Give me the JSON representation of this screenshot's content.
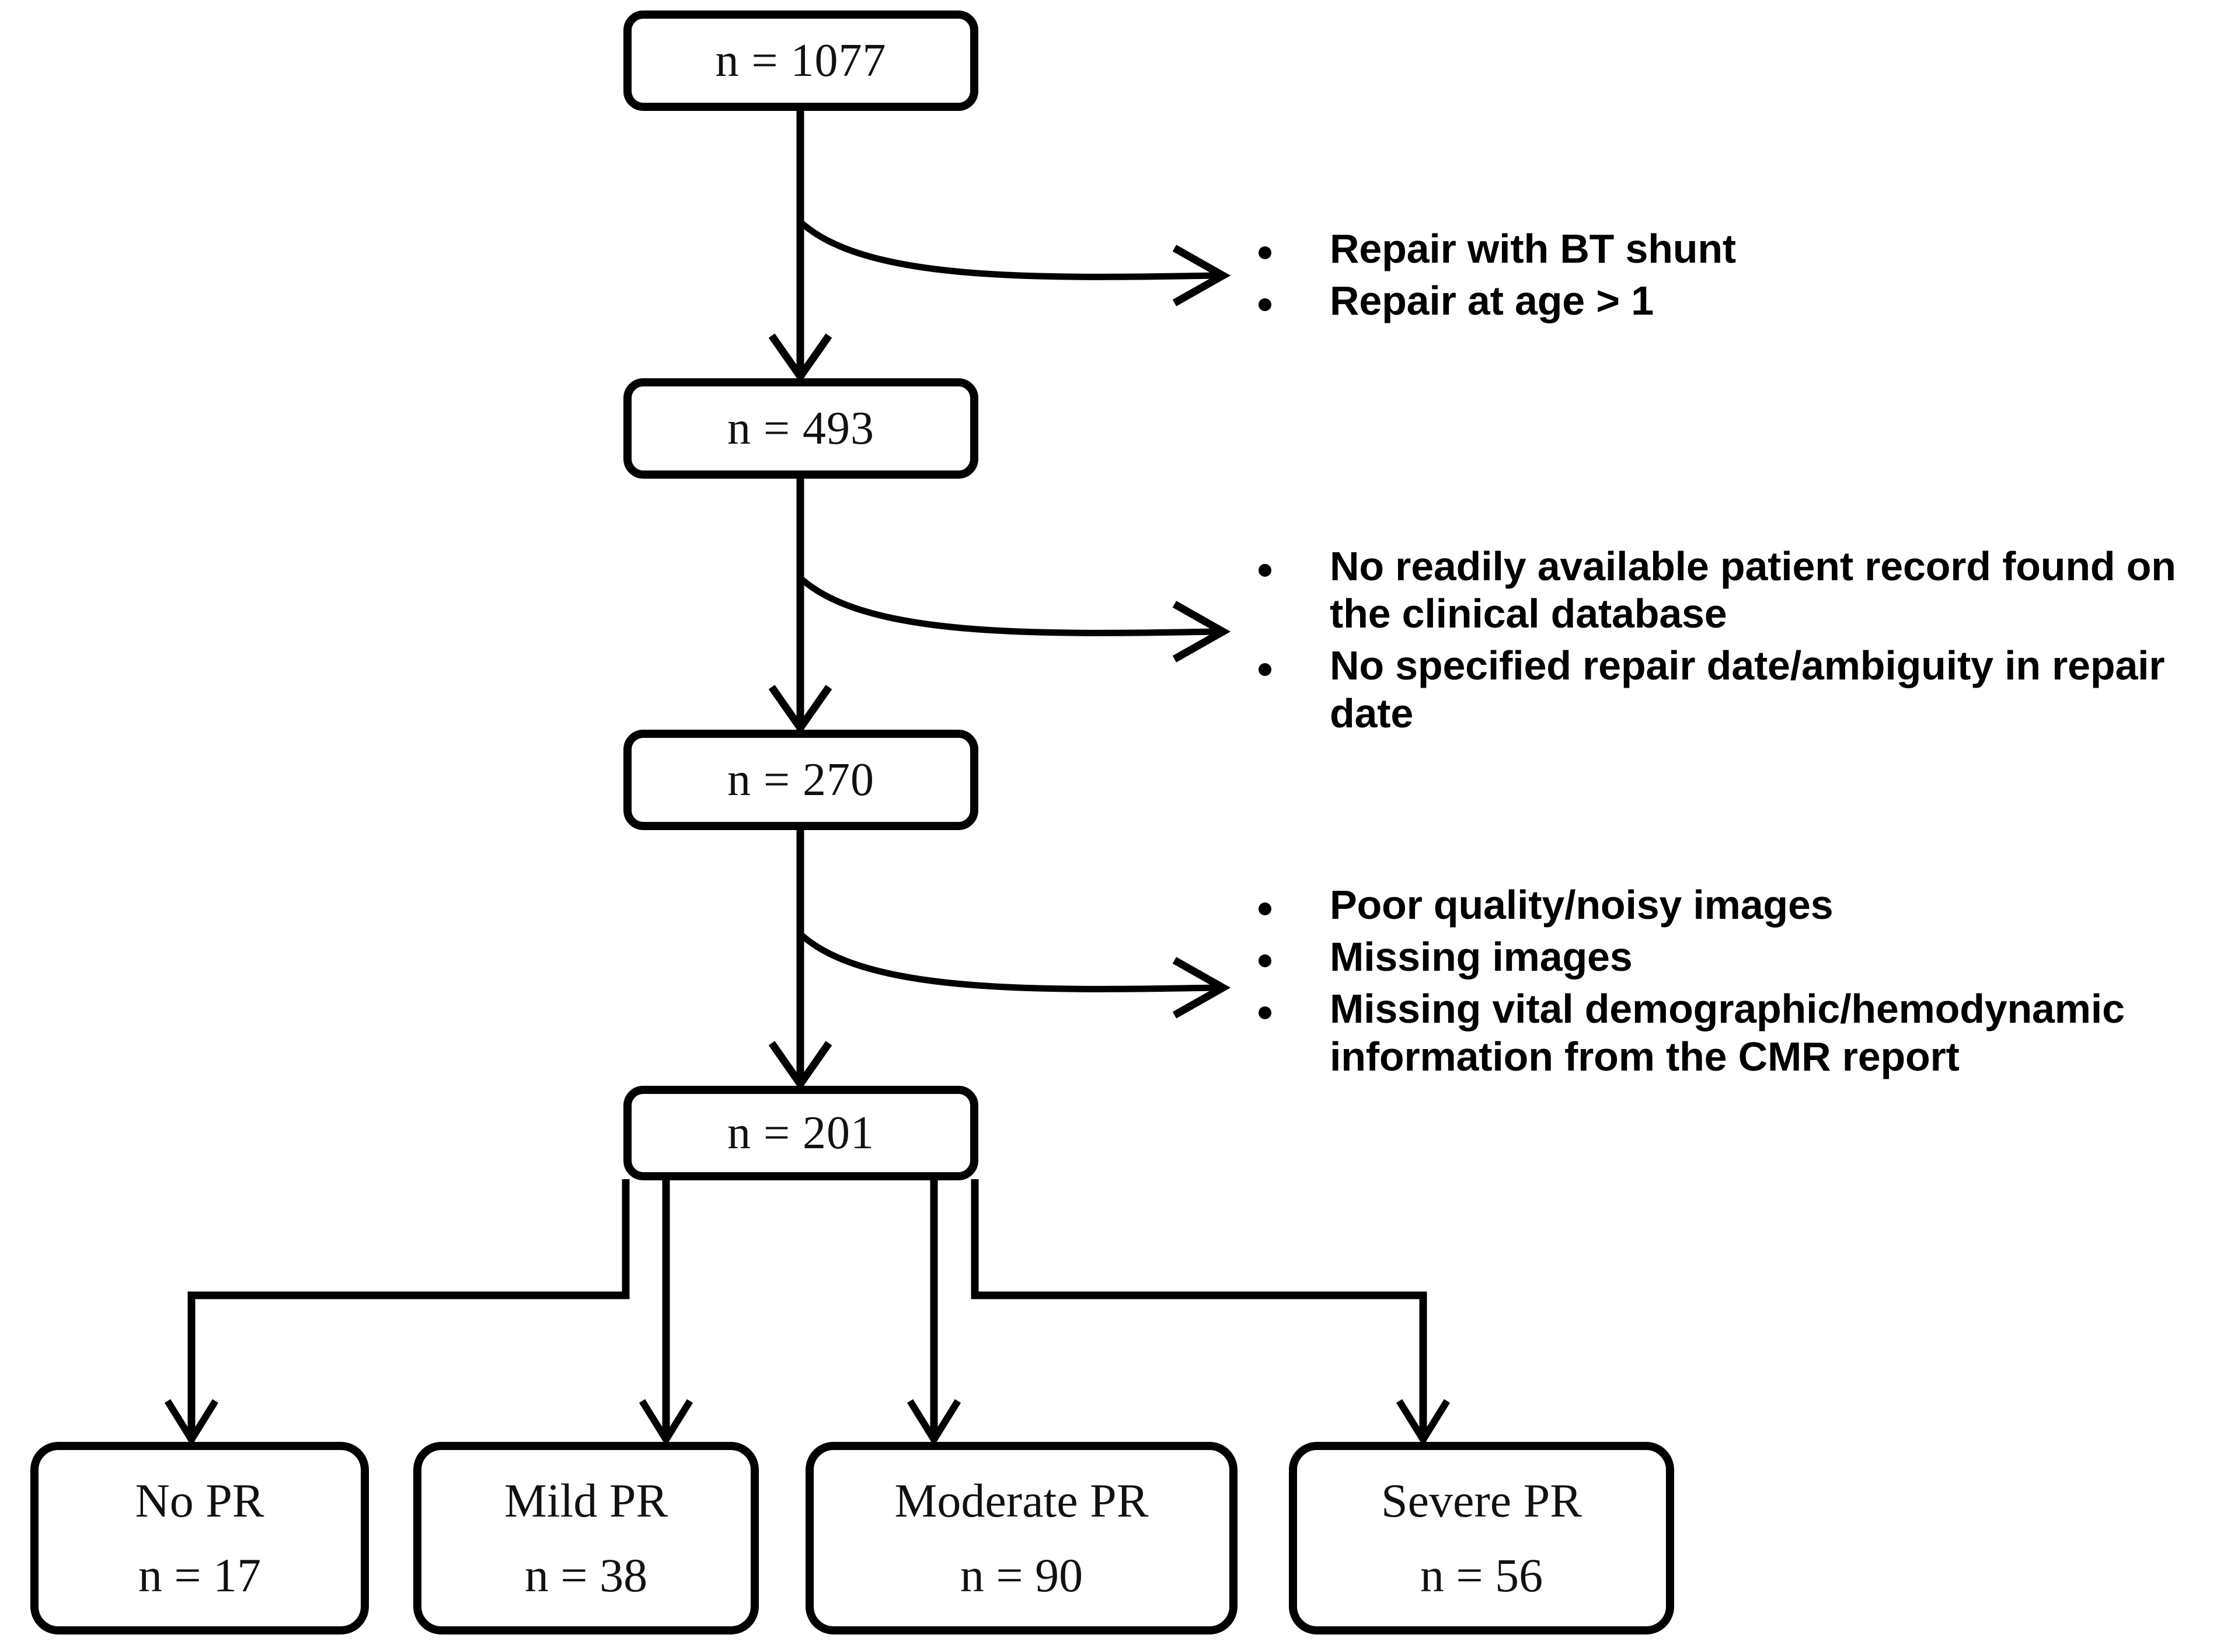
{
  "diagram": {
    "type": "patient-selection-flowchart",
    "trunk": [
      {
        "id": "cohort-initial",
        "label": "n = 1077",
        "count": 1077
      },
      {
        "id": "cohort-after-exclusion-1",
        "label": "n = 493",
        "count": 493
      },
      {
        "id": "cohort-after-exclusion-2",
        "label": "n = 270",
        "count": 270
      },
      {
        "id": "cohort-final",
        "label": "n = 201",
        "count": 201
      }
    ],
    "exclusions": [
      {
        "id": "exclusion-group-1",
        "after_node": "cohort-initial",
        "items": [
          "Repair with BT shunt",
          "Repair at age > 1"
        ]
      },
      {
        "id": "exclusion-group-2",
        "after_node": "cohort-after-exclusion-1",
        "items": [
          "No readily available patient record found on the clinical database",
          "No specified repair date/ambiguity in repair date"
        ]
      },
      {
        "id": "exclusion-group-3",
        "after_node": "cohort-after-exclusion-2",
        "items": [
          "Poor quality/noisy images",
          "Missing images",
          "Missing vital demographic/hemodynamic infor­mation from the CMR report"
        ]
      }
    ],
    "outcomes": [
      {
        "id": "outcome-no-pr",
        "title": "No PR",
        "label": "n = 17",
        "count": 17
      },
      {
        "id": "outcome-mild-pr",
        "title": "Mild PR",
        "label": "n = 38",
        "count": 38
      },
      {
        "id": "outcome-moderate-pr",
        "title": "Moderate PR",
        "label": "n = 90",
        "count": 90
      },
      {
        "id": "outcome-severe-pr",
        "title": "Severe PR",
        "label": "n = 56",
        "count": 56
      }
    ],
    "colors": {
      "stroke": "#000000",
      "text": "#111111",
      "background": "#ffffff"
    }
  }
}
